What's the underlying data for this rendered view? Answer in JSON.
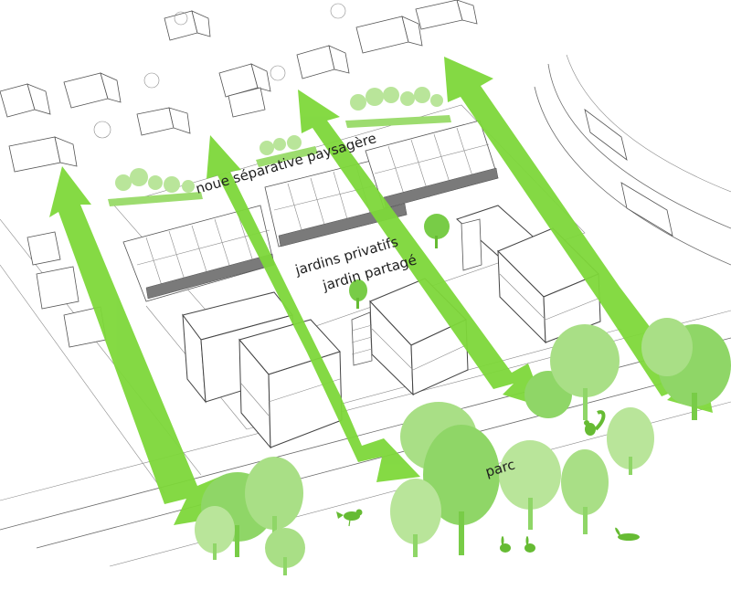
{
  "labels": {
    "noue": "noue séparative paysagère",
    "jardins_privatifs": "jardins privatifs",
    "jardin_partage": "jardin partagé",
    "parc": "parc"
  },
  "colors": {
    "arrow_green": "#7ed83a",
    "tree_light": "#a9df86",
    "tree_mid": "#8fd667",
    "tree_dark": "#78cc47",
    "animal_green": "#66bb33",
    "line_gray": "#6a6a6a"
  },
  "icons": {
    "tree": "tree-icon",
    "bird": "bird-icon",
    "rabbit": "rabbit-icon",
    "squirrel": "squirrel-icon"
  }
}
